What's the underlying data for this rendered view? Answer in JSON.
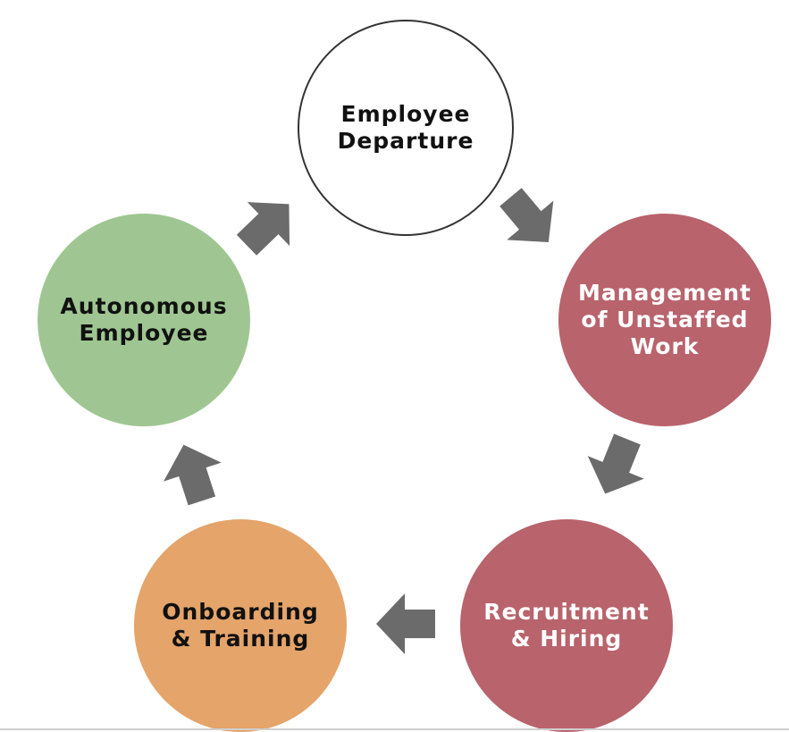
{
  "diagram": {
    "type": "cycle",
    "nodes": [
      {
        "id": "departure",
        "label": "Employee\nDeparture",
        "fill": "#ffffff",
        "text_color": "#111111"
      },
      {
        "id": "unstaffed",
        "label": "Management\nof Unstaffed\nWork",
        "fill": "#b9636c",
        "text_color": "#ffffff"
      },
      {
        "id": "recruitment",
        "label": "Recruitment\n& Hiring",
        "fill": "#b9636c",
        "text_color": "#ffffff"
      },
      {
        "id": "onboarding",
        "label": "Onboarding\n& Training",
        "fill": "#e4a46a",
        "text_color": "#111111"
      },
      {
        "id": "autonomous",
        "label": "Autonomous\nEmployee",
        "fill": "#9fc692",
        "text_color": "#111111"
      }
    ],
    "edges": [
      {
        "from": "departure",
        "to": "unstaffed"
      },
      {
        "from": "unstaffed",
        "to": "recruitment"
      },
      {
        "from": "recruitment",
        "to": "onboarding"
      },
      {
        "from": "onboarding",
        "to": "autonomous"
      },
      {
        "from": "autonomous",
        "to": "departure"
      }
    ],
    "arrow_color": "#6b6b6b"
  }
}
